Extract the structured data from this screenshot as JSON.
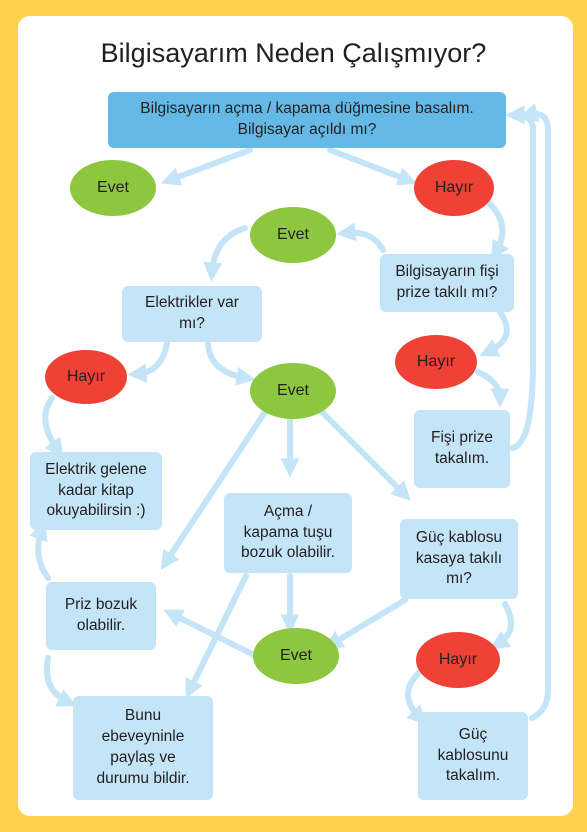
{
  "title": "Bilgisayarım Neden Çalışmıyor?",
  "colors": {
    "background": "#FFD24D",
    "panel": "#FFFFFF",
    "start_box": "#64B9E6",
    "box": "#C4E4F7",
    "arrow": "#C4E4F7",
    "yes": "#8DC63F",
    "no": "#EF4136"
  },
  "boxes": {
    "start": "Bilgisayarın açma / kapama düğmesine basalım.\nBilgisayar açıldı mı?",
    "plugged": "Bilgisayarın fişi\nprize takılı mı?",
    "electricity": "Elektrikler var\nmı?",
    "plug_in": "Fişi prize\ntakalım.",
    "read_book": "Elektrik gelene\nkadar kitap\nokuyabilirsin :)",
    "power_button": "Açma /\nkapama tuşu\nbozuk olabilir.",
    "cable_attached": "Güç kablosu\nkasaya takılı\nmı?",
    "outlet_broken": "Priz bozuk\nolabilir.",
    "tell_parents": "Bunu\nebeveyninle\npaylaş ve\ndurumu bildir.",
    "attach_cable": "Güç\nkablosunu\ntakalım."
  },
  "answers": {
    "yes_1": "Evet",
    "no_1": "Hayır",
    "yes_2": "Evet",
    "no_2": "Hayır",
    "no_3": "Hayır",
    "yes_3": "Evet",
    "yes_4": "Evet",
    "no_4": "Hayır"
  }
}
